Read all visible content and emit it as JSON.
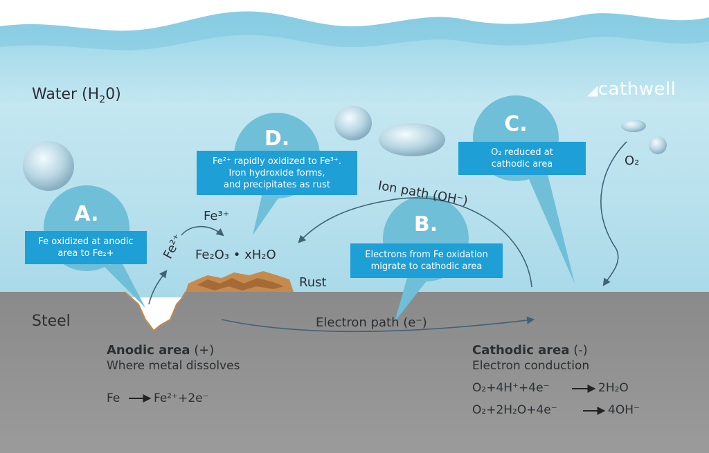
{
  "brand": "cathwell",
  "regions": {
    "water": "Water (H",
    "water_sub": "2",
    "water_tail": "0)",
    "steel": "Steel"
  },
  "callouts": {
    "a": {
      "letter": "A.",
      "lines": [
        "Fe oxidized at anodic",
        "area to Fe₂+"
      ]
    },
    "b": {
      "letter": "B.",
      "lines": [
        "Electrons from Fe oxidation",
        "migrate to cathodic area"
      ]
    },
    "c": {
      "letter": "C.",
      "lines": [
        "O₂ reduced at",
        "cathodic area"
      ]
    },
    "d": {
      "letter": "D.",
      "lines": [
        "Fe²⁺ rapidly oxidized to Fe³⁺.",
        "Iron hydroxide forms,",
        "and precipitates as rust"
      ]
    }
  },
  "paths": {
    "ion": "Ion path (OH⁻)",
    "electron": "Electron path (e⁻)"
  },
  "species": {
    "fe2": "Fe²⁺",
    "fe3": "Fe³⁺",
    "rust_formula": "Fe₂O₃ • xH₂O",
    "rust": "Rust",
    "o2": "O₂"
  },
  "anodic": {
    "title": "Anodic area",
    "sign": " (+)",
    "subtitle": "Where metal dissolves",
    "eq_left": "Fe",
    "eq_right": "Fe²⁺+2e⁻"
  },
  "cathodic": {
    "title": "Cathodic area",
    "sign": " (-)",
    "subtitle": "Electron conduction",
    "eq1_left": "O₂+4H⁺+4e⁻",
    "eq1_right": "2H₂O",
    "eq2_left": "O₂+2H₂O+4e⁻",
    "eq2_right": "4OH⁻"
  },
  "colors": {
    "label_blue": "#1e9fd6",
    "bubble_blue": "#6fbfd8",
    "steel_gray": "#8e8e8e",
    "rust_brown": "#b7783f",
    "arrow": "#3f6274"
  }
}
